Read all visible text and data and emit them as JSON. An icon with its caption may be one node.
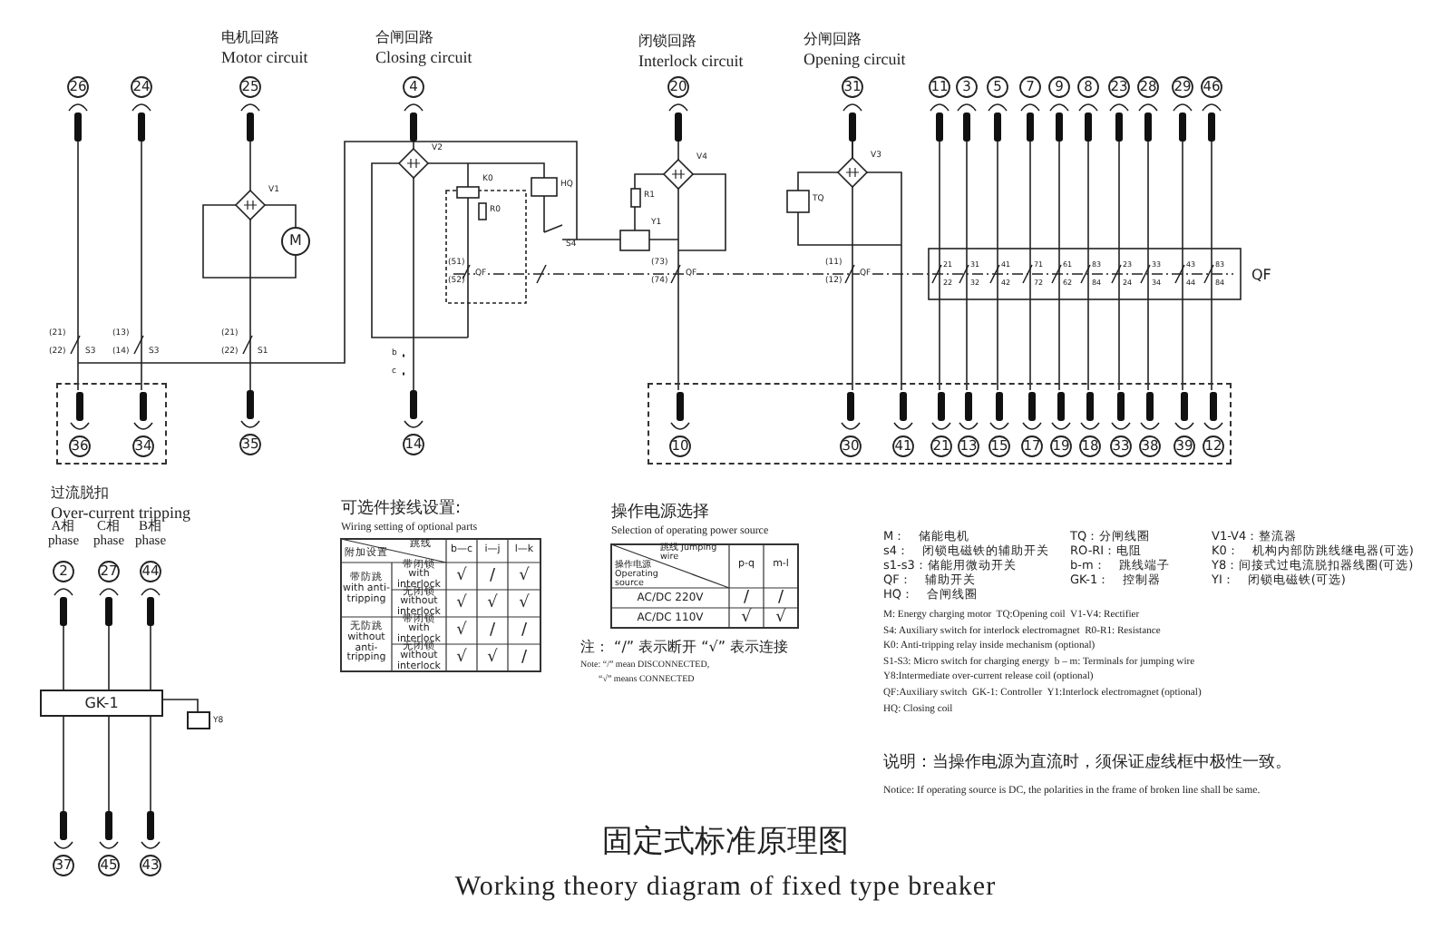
{
  "diagram": {
    "title": "固定式标准原理图",
    "caption": "Working theory diagram of fixed type breaker",
    "nodes": [
      {
        "text": [],
        "shape": "box"
      },
      {
        "text": [],
        "shape": "box"
      },
      {
        "text": [
          "26"
        ]
      },
      {
        "text": [
          "24"
        ]
      },
      {
        "text": [
          "25"
        ]
      },
      {
        "text": [
          "4"
        ]
      },
      {
        "text": [
          "20"
        ]
      },
      {
        "text": [
          "31"
        ]
      },
      {
        "text": [
          "11"
        ]
      },
      {
        "text": [
          "3"
        ]
      },
      {
        "text": [
          "5"
        ]
      },
      {
        "text": [
          "7"
        ]
      },
      {
        "text": [
          "9"
        ]
      },
      {
        "text": [
          "8"
        ]
      },
      {
        "text": [
          "23"
        ]
      },
      {
        "text": [
          "28"
        ]
      },
      {
        "text": [
          "29"
        ]
      },
      {
        "text": [
          "46"
        ]
      },
      {
        "text": [
          "M"
        ]
      },
      {
        "text": [
          "36"
        ],
        "in": 0
      },
      {
        "text": [
          "34"
        ],
        "in": 0
      },
      {
        "text": [
          "35"
        ]
      },
      {
        "text": [
          "14"
        ]
      },
      {
        "text": [
          "10"
        ],
        "in": 1
      },
      {
        "text": [
          "30"
        ],
        "in": 1
      },
      {
        "text": [
          "41"
        ],
        "in": 1
      },
      {
        "text": [
          "21"
        ],
        "in": 1
      },
      {
        "text": [
          "13"
        ],
        "in": 1
      },
      {
        "text": [
          "15"
        ],
        "in": 1
      },
      {
        "text": [
          "17"
        ],
        "in": 1
      },
      {
        "text": [
          "19"
        ],
        "in": 1
      },
      {
        "text": [
          "18"
        ],
        "in": 1
      },
      {
        "text": [
          "33"
        ],
        "in": 1
      },
      {
        "text": [
          "38"
        ],
        "in": 1
      },
      {
        "text": [
          "39"
        ],
        "in": 1
      },
      {
        "text": [
          "12"
        ],
        "in": 1
      },
      {
        "text": [
          "2"
        ],
        "beside": [
          "A相 phase"
        ]
      },
      {
        "text": [
          "27"
        ],
        "beside": [
          "C相 phase"
        ]
      },
      {
        "text": [
          "44"
        ],
        "beside": [
          "B相 phase"
        ]
      },
      {
        "text": [
          "GK-1"
        ]
      },
      {
        "text": [],
        "shape": "box",
        "beside": [
          "Y8"
        ]
      },
      {
        "text": [
          "37"
        ]
      },
      {
        "text": [
          "45"
        ]
      },
      {
        "text": [
          "43"
        ]
      }
    ],
    "edges": [
      {
        "from": 2,
        "to": 19,
        "arrow": "none"
      },
      {
        "from": 3,
        "to": 20,
        "arrow": "none"
      },
      {
        "from": 4,
        "to": 21,
        "arrow": "none"
      },
      {
        "from": 5,
        "to": 22,
        "arrow": "none"
      },
      {
        "from": 6,
        "to": 23,
        "arrow": "none"
      },
      {
        "from": 7,
        "to": 24,
        "arrow": "none"
      },
      {
        "from": 7,
        "to": 25,
        "arrow": "none"
      },
      {
        "from": 8,
        "to": 26,
        "arrow": "none"
      },
      {
        "from": 9,
        "to": 27,
        "arrow": "none"
      },
      {
        "from": 10,
        "to": 28,
        "arrow": "none"
      },
      {
        "from": 11,
        "to": 29,
        "arrow": "none"
      },
      {
        "from": 12,
        "to": 30,
        "arrow": "none"
      },
      {
        "from": 13,
        "to": 31,
        "arrow": "none"
      },
      {
        "from": 14,
        "to": 32,
        "arrow": "none"
      },
      {
        "from": 15,
        "to": 33,
        "arrow": "none"
      },
      {
        "from": 16,
        "to": 34,
        "arrow": "none"
      },
      {
        "from": 17,
        "to": 35,
        "arrow": "none"
      },
      {
        "from": 36,
        "to": 39,
        "arrow": "none"
      },
      {
        "from": 37,
        "to": 39,
        "arrow": "none"
      },
      {
        "from": 38,
        "to": 39,
        "arrow": "none"
      },
      {
        "from": 39,
        "to": 41,
        "arrow": "none"
      },
      {
        "from": 39,
        "to": 42,
        "arrow": "none"
      },
      {
        "from": 39,
        "to": 43,
        "arrow": "none"
      },
      {
        "from": 39,
        "to": 40,
        "arrow": "none"
      }
    ],
    "labels": [
      "电机回路",
      "Motor circuit",
      "合闸回路",
      "Closing circuit",
      "闭锁回路",
      "Interlock circuit",
      "分闸回路",
      "Opening circuit",
      "V1",
      "V2",
      "V4",
      "V3",
      "HQ",
      "K0",
      "R0",
      "R1",
      "Y1",
      "S4",
      "TQ",
      "(21)",
      "(22)",
      "S3",
      "(13)",
      "(14)",
      "S3",
      "(21)",
      "(22)",
      "S1",
      "b",
      "c",
      "(73)",
      "(74)",
      "QF",
      "(11)",
      "(12)",
      "QF",
      "(51)",
      "(52)",
      "QF",
      "21",
      "22",
      "31",
      "32",
      "41",
      "42",
      "71",
      "72",
      "61",
      "62",
      "83",
      "84",
      "23",
      "24",
      "33",
      "34",
      "43",
      "44",
      "83",
      "84",
      "QF",
      "过流脱扣",
      "Over-current tripping",
      "可选件接线设置:",
      "Wiring setting of optional parts",
      "跳线",
      "附加设置",
      "b—c",
      "i—j",
      "l—k",
      "带防跳 with anti-tripping",
      "带闭锁 with interlock",
      "√",
      "/",
      "√",
      "无闭锁 without interlock",
      "√",
      "√",
      "√",
      "无防跳 without anti-tripping",
      "带闭锁 with interlock",
      "√",
      "/",
      "/",
      "无闭锁 without interlock",
      "√",
      "√",
      "/",
      "操作电源选择",
      "Selection of operating power source",
      "跳线 Jumping wire",
      "操作电源 Operating source",
      "p-q",
      "m-l",
      "AC/DC 220V",
      "/",
      "/",
      "AC/DC 110V",
      "√",
      "√",
      "注： “/” 表示断开 “√” 表示连接",
      "Note: “/” mean DISCONNECTED,",
      "“√” means CONNECTED",
      "M：　储能电机",
      "s4：　闭锁电磁铁的辅助开关",
      "s1-s3：储能用微动开关",
      "QF：　辅助开关",
      "HQ：　合闸线圈",
      "TQ：分闸线圈",
      "RO-RI：电阻",
      "b-m：　跳线端子",
      "GK-1：　控制器",
      "V1-V4：整流器",
      "K0：　机构内部防跳线继电器(可选)",
      "Y8：间接式过电流脱扣器线圈(可选)",
      "YI：　闭锁电磁铁(可选)",
      "M: Energy charging motor  TQ:Opening coil  V1-V4: Rectifier",
      "S4: Auxiliary switch for interlock electromagnet  R0-R1: Resistance",
      "K0: Anti-tripping relay inside mechanism (optional)",
      "S1-S3: Micro switch for charging energy  b – m: Terminals for jumping wire",
      "Y8:Intermediate over-current release coil (optional)",
      "QF:Auxiliary switch  GK-1: Controller  Y1:Interlock electromagnet (optional)",
      "HQ: Closing coil",
      "说明：当操作电源为直流时，须保证虚线框中极性一致。",
      "Notice: If operating source is DC, the polarities in the frame of broken line shall be same."
    ]
  }
}
